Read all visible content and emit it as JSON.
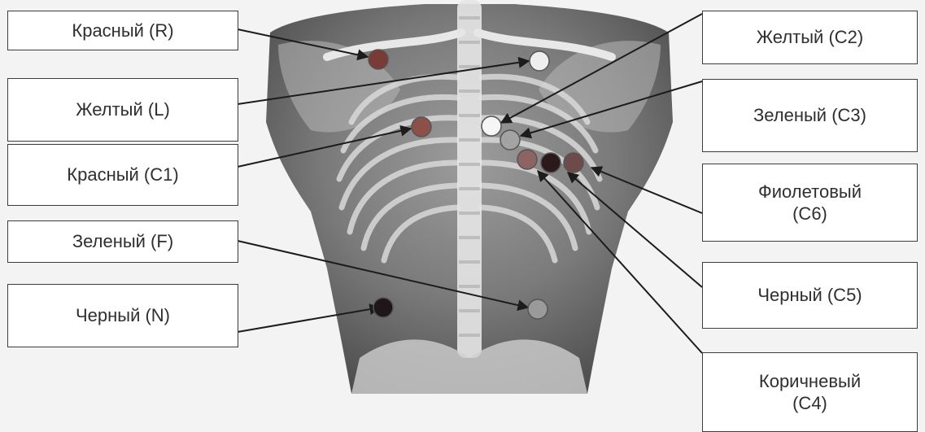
{
  "electrodes": [
    {
      "id": "R",
      "label": "Красный (R)",
      "color": "#7a3b36"
    },
    {
      "id": "L",
      "label": "Желтый (L)",
      "color": "#eeeeee"
    },
    {
      "id": "C1",
      "label": "Красный (C1)",
      "color": "#8c5048"
    },
    {
      "id": "F",
      "label": "Зеленый (F)",
      "color": "#9a9a9a"
    },
    {
      "id": "N",
      "label": "Черный (N)",
      "color": "#1e1618"
    },
    {
      "id": "C2",
      "label": "Желтый (C2)",
      "color": "#f6f6f6"
    },
    {
      "id": "C3",
      "label": "Зеленый (C3)",
      "color": "#a3a3a3"
    },
    {
      "id": "C6",
      "label": "Фиолетовый\n(C6)",
      "color": "#6e4a4a"
    },
    {
      "id": "C5",
      "label": "Черный (C5)",
      "color": "#2a1a1c"
    },
    {
      "id": "C4",
      "label": "Коричневый\n(C4)",
      "color": "#8e6462"
    }
  ]
}
